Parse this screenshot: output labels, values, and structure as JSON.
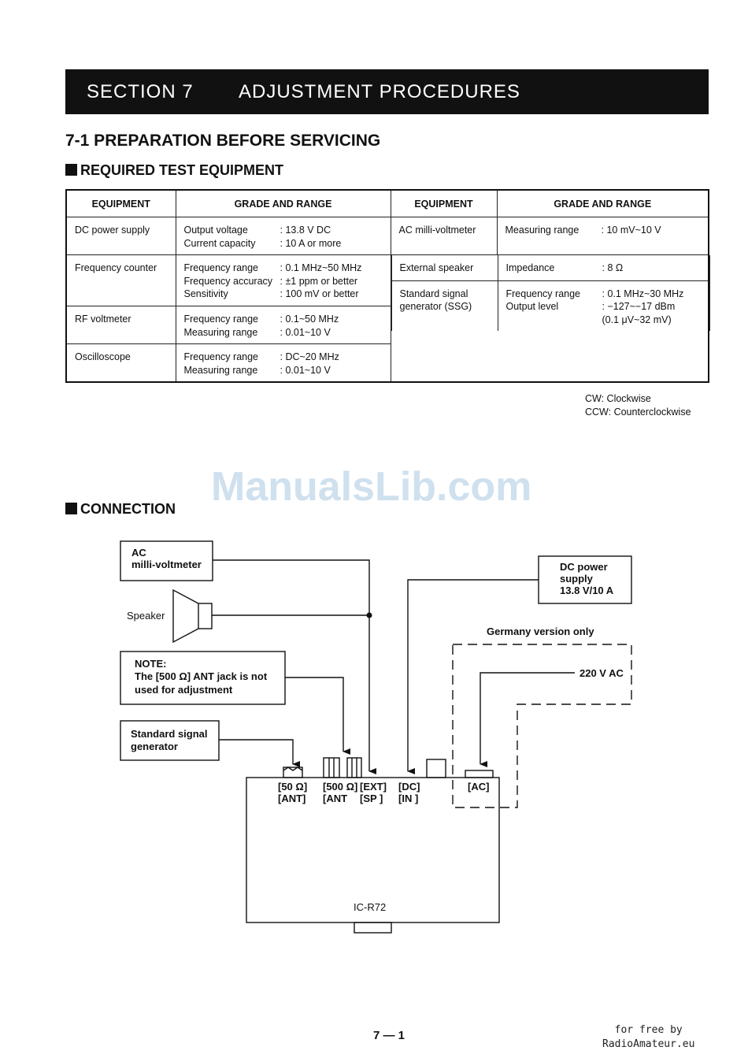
{
  "section": {
    "number": "SECTION 7",
    "title": "ADJUSTMENT PROCEDURES"
  },
  "heading": "7-1 PREPARATION BEFORE SERVICING",
  "subheading_equipment": "REQUIRED TEST EQUIPMENT",
  "subheading_connection": "CONNECTION",
  "table": {
    "headers": [
      "EQUIPMENT",
      "GRADE AND RANGE",
      "EQUIPMENT",
      "GRADE AND RANGE"
    ],
    "left": [
      {
        "name": "DC power supply",
        "specs": [
          [
            "Output voltage",
            ": 13.8 V DC"
          ],
          [
            "Current capacity",
            ": 10 A or more"
          ]
        ]
      },
      {
        "name": "Frequency counter",
        "specs": [
          [
            "Frequency range",
            ": 0.1 MHz~50 MHz"
          ],
          [
            "Frequency accuracy",
            ": ±1 ppm or better"
          ],
          [
            "Sensitivity",
            ": 100 mV or better"
          ]
        ]
      },
      {
        "name": "RF voltmeter",
        "specs": [
          [
            "Frequency range",
            ": 0.1~50 MHz"
          ],
          [
            "Measuring range",
            ": 0.01~10 V"
          ]
        ]
      },
      {
        "name": "Oscilloscope",
        "specs": [
          [
            "Frequency range",
            ": DC~20 MHz"
          ],
          [
            "Measuring range",
            ": 0.01~10 V"
          ]
        ]
      }
    ],
    "right": [
      {
        "name": "AC milli-voltmeter",
        "specs": [
          [
            "Measuring range",
            ": 10 mV~10 V"
          ]
        ]
      },
      {
        "name": "External speaker",
        "specs": [
          [
            "Impedance",
            ": 8 Ω"
          ]
        ]
      },
      {
        "name": "Standard signal generator (SSG)",
        "specs": [
          [
            "Frequency range",
            ": 0.1 MHz~30 MHz"
          ],
          [
            "Output level",
            ": −127~−17 dBm"
          ],
          [
            "",
            "(0.1 μV~32 mV)"
          ]
        ]
      }
    ]
  },
  "legend": [
    "CW: Clockwise",
    "CCW: Counterclockwise"
  ],
  "watermark": "ManualsLib.com",
  "diagram": {
    "ac_meter": [
      "AC",
      "milli-voltmeter"
    ],
    "speaker": "Speaker",
    "note": [
      "NOTE:",
      "The [500 Ω] ANT jack is not",
      "used for adjustment"
    ],
    "ssg": [
      "Standard signal",
      "generator"
    ],
    "dc_supply": [
      "DC power",
      "supply",
      "13.8 V/10 A"
    ],
    "germany": "Germany version only",
    "ac220": "220 V AC",
    "jacks": {
      "ant50": [
        "[50 Ω]",
        "[ANT]"
      ],
      "ant500": [
        "[500 Ω]",
        "[ANT"
      ],
      "extsp": [
        "[EXT]",
        "[SP ]"
      ],
      "dcin": [
        "[DC]",
        "[IN ]"
      ],
      "ac": "[AC]"
    },
    "radio": "IC-R72"
  },
  "page_number": "7 — 1",
  "credit": [
    "for free by",
    "RadioAmateur.eu"
  ]
}
